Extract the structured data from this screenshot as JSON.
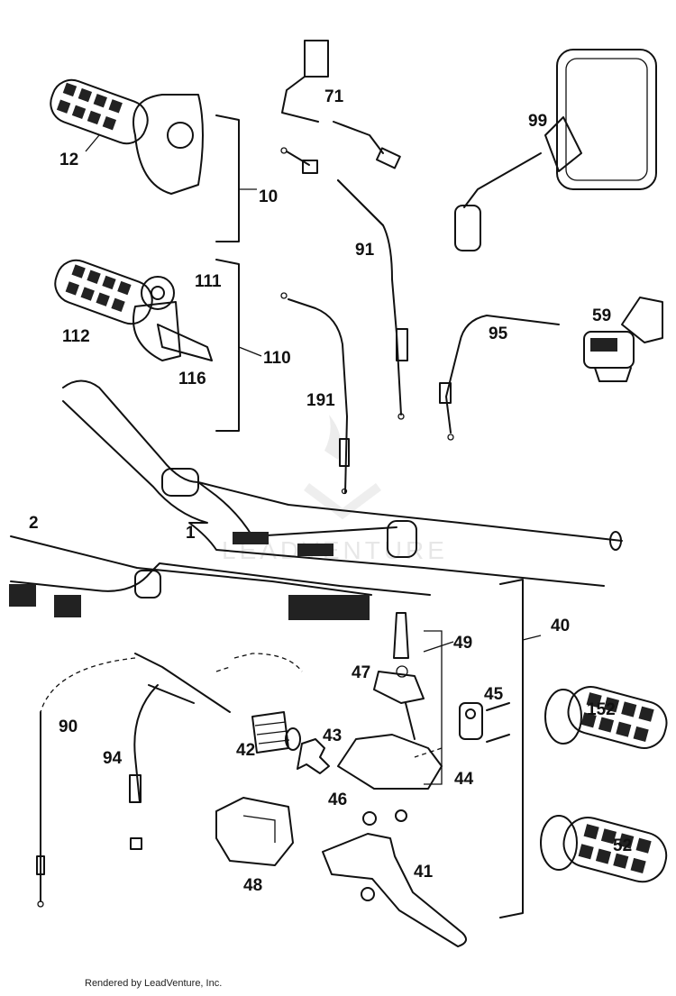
{
  "callouts": [
    "12",
    "71",
    "99",
    "10",
    "91",
    "111",
    "59",
    "112",
    "95",
    "110",
    "116",
    "191",
    "1",
    "2",
    "40",
    "49",
    "47",
    "45",
    "90",
    "152",
    "43",
    "42",
    "94",
    "44",
    "46",
    "52",
    "41",
    "48"
  ],
  "footer": "Rendered by LeadVenture, Inc."
}
